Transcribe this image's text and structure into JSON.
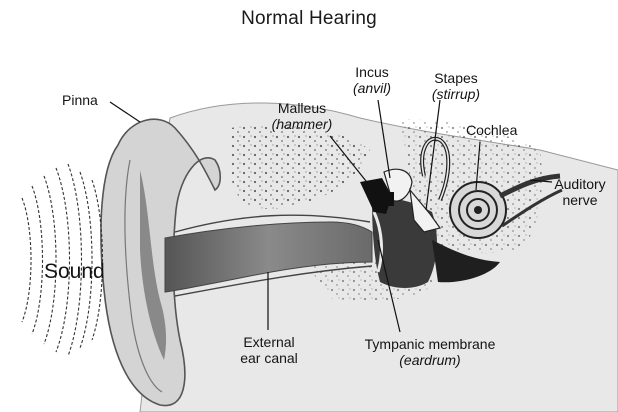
{
  "title": "Normal Hearing",
  "labels": {
    "pinna": "Pinna",
    "malleus": "Malleus",
    "malleus_alt": "(hammer)",
    "incus": "Incus",
    "incus_alt": "(anvil)",
    "stapes": "Stapes",
    "stapes_alt": "(stirrup)",
    "cochlea": "Cochlea",
    "auditory_nerve_1": "Auditory",
    "auditory_nerve_2": "nerve",
    "sound": "Sound",
    "canal_1": "External",
    "canal_2": "ear canal",
    "tympanic": "Tympanic membrane",
    "tympanic_alt": "(eardrum)"
  },
  "colors": {
    "ink": "#1a1a1a",
    "skin_light": "#dcdcdc",
    "skin_mid": "#b8b8b8",
    "canal_dark": "#6e6e6e",
    "cavity": "#2b2b2b"
  }
}
